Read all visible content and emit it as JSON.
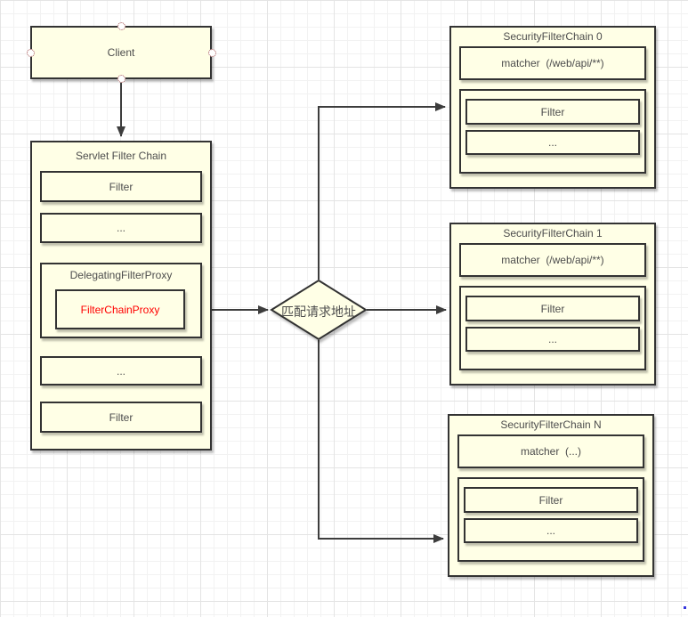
{
  "palette": {
    "node_fill": "#ffffe6",
    "node_border": "#333333",
    "text_gray": "#4d4d4d",
    "accent_red": "#ff0000",
    "edge_color": "#3d3d3d",
    "grid_minor": "#f2f2f2",
    "grid_major": "#e4e4e4",
    "connection_point_outline": "#a04a4a"
  },
  "client": {
    "label": "Client"
  },
  "servlet_chain": {
    "title": "Servlet Filter Chain",
    "filter_top": "Filter",
    "dots_top": "...",
    "delegating_proxy": "DelegatingFilterProxy",
    "filter_chain_proxy": "FilterChainProxy",
    "dots_bottom": "...",
    "filter_bottom": "Filter"
  },
  "decision": {
    "label": "匹配请求地址"
  },
  "chains": [
    {
      "title": "SecurityFilterChain 0",
      "matcher": "matcher  (/web/api/**)",
      "filter": "Filter",
      "dots": "..."
    },
    {
      "title": "SecurityFilterChain 1",
      "matcher": "matcher  (/web/api/**)",
      "filter": "Filter",
      "dots": "..."
    },
    {
      "title": "SecurityFilterChain N",
      "matcher": "matcher  (...)",
      "filter": "Filter",
      "dots": "..."
    }
  ]
}
